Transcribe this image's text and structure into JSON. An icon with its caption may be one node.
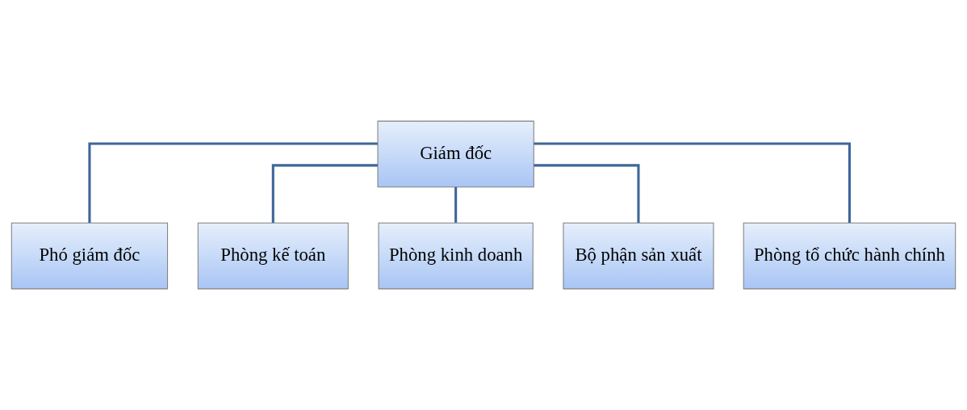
{
  "diagram": {
    "nodes": [
      {
        "text": [
          "Giám đốc"
        ]
      },
      {
        "text": [
          "Phó giám đốc"
        ]
      },
      {
        "text": [
          "Phòng kế toán"
        ]
      },
      {
        "text": [
          "Phòng kinh doanh"
        ]
      },
      {
        "text": [
          "Bộ phận sản xuất"
        ]
      },
      {
        "text": [
          "Phòng tổ chức hành chính"
        ]
      }
    ],
    "edges": [
      {
        "from": 0,
        "to": 1,
        "arrow": "none"
      },
      {
        "from": 0,
        "to": 2,
        "arrow": "none"
      },
      {
        "from": 0,
        "to": 3,
        "arrow": "none"
      },
      {
        "from": 0,
        "to": 4,
        "arrow": "none"
      },
      {
        "from": 0,
        "to": 5,
        "arrow": "none"
      }
    ]
  }
}
